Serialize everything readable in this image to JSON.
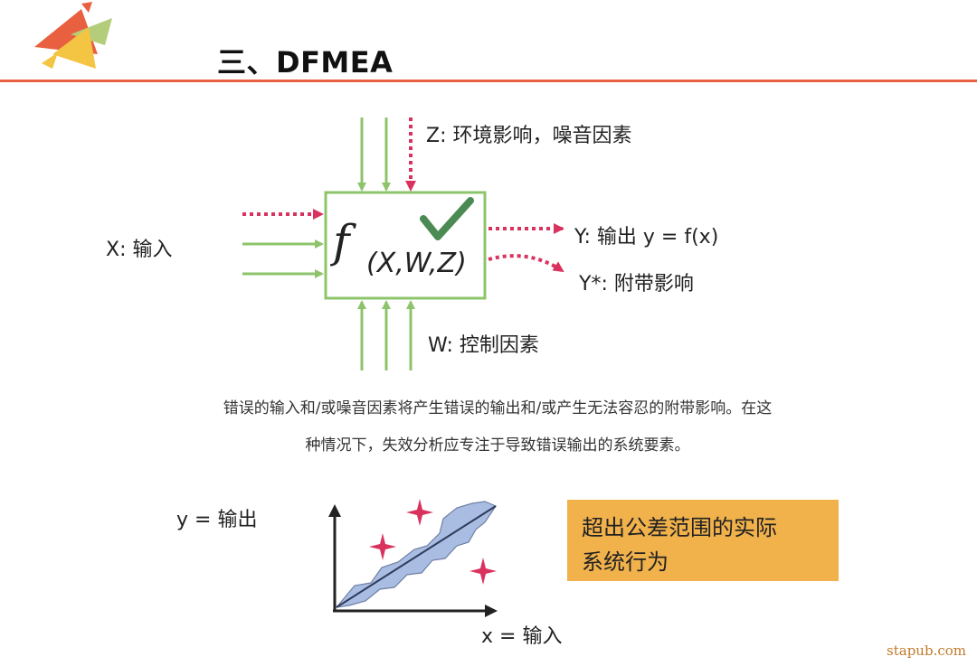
{
  "title": "三、DFMEA",
  "diagram": {
    "function_label": "f",
    "function_args": "(X,W,Z)",
    "x_label": "X: 输入",
    "z_label": "Z: 环境影响，噪音因素",
    "w_label": "W: 控制因素",
    "y_label": "Y: 输出 y = f(x)",
    "ystar_label": "Y*: 附带影响"
  },
  "description": {
    "line1": "错误的输入和/或噪音因素将产生错误的输出和/或产生无法容忍的附带影响。在这",
    "line2": "种情况下，失效分析应专注于导致错误输出的系统要素。"
  },
  "plot": {
    "y_axis_label": "y = 输出",
    "x_axis_label": "x = 输入"
  },
  "callout_text_line1": "超出公差范围的实际",
  "callout_text_line2": "系统行为",
  "watermark": "stapub.com",
  "colors": {
    "accent": "#e8603f",
    "green": "#8dc46b",
    "red_dotted": "#d9325e",
    "check": "#4b8a52",
    "callout_bg": "#f1b24c",
    "band_fill": "#a9bde3"
  }
}
